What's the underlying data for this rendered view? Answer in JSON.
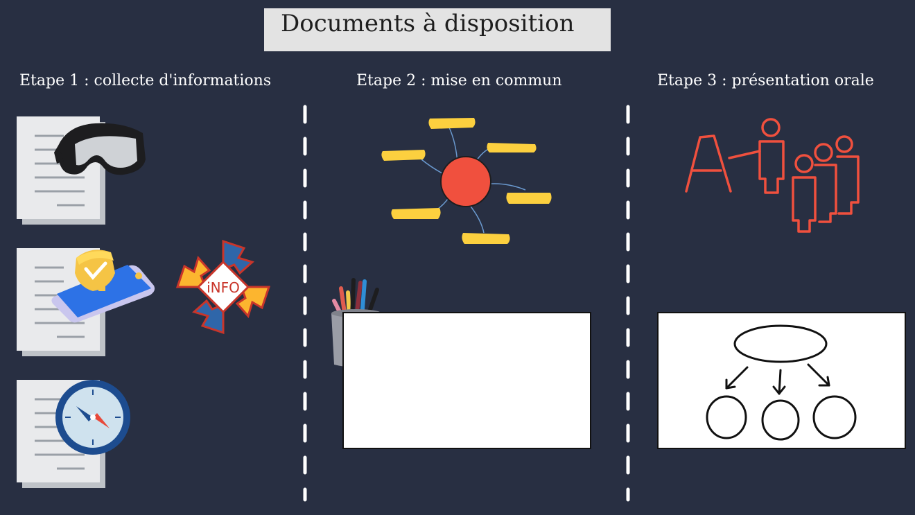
{
  "header": {
    "title": "Documents à disposition"
  },
  "steps": [
    {
      "label": "Etape 1 : collecte d'informations"
    },
    {
      "label": "Etape 2 : mise en commun"
    },
    {
      "label": "Etape 3 : présentation orale"
    }
  ],
  "badges": {
    "info": "iNFO"
  },
  "colors": {
    "background": "#282f42",
    "title_box": "#e3e3e3",
    "accent_red": "#f0503e",
    "accent_yellow": "#fcd03f",
    "accent_blue": "#2f66a9"
  }
}
